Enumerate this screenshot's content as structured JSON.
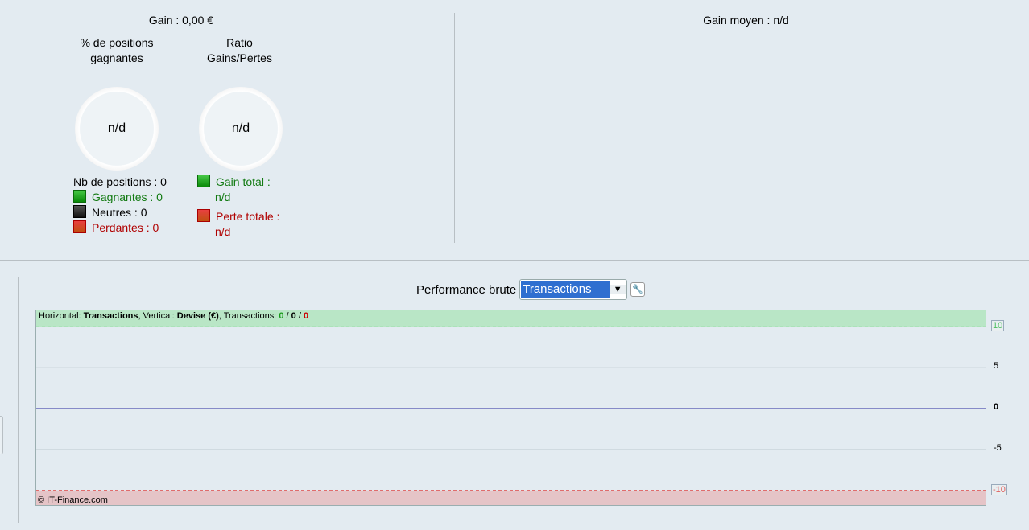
{
  "summary": {
    "gain_title": "Gain : 0,00 €",
    "gain_moyen": "Gain moyen : n/d",
    "gauge1": {
      "title": "% de positions gagnantes",
      "value": "n/d"
    },
    "gauge2": {
      "title": "Ratio Gains/Pertes",
      "value": "n/d"
    },
    "nb_positions": "Nb de positions : 0",
    "gagnantes": "Gagnantes : 0",
    "neutres": "Neutres : 0",
    "perdantes": "Perdantes : 0",
    "gain_total_label": "Gain total :",
    "gain_total_value": "n/d",
    "perte_totale_label": "Perte totale :",
    "perte_totale_value": "n/d"
  },
  "performance": {
    "label": "Performance brute",
    "select_value": "Transactions",
    "settings_icon": "wrench-icon"
  },
  "chart_data": {
    "type": "line",
    "info": {
      "h_label": "Horizontal: ",
      "h_value": "Transactions",
      "v_label": ", Vertical: ",
      "v_value": "Devise (€)",
      "t_label": ", Transactions: ",
      "win": "0",
      "neutral": "0",
      "loss": "0",
      "sep": " / "
    },
    "yticks": [
      "10",
      "5",
      "0",
      "-5",
      "-10"
    ],
    "ytick_values": [
      10,
      5,
      0,
      -5,
      -10
    ],
    "ylim": [
      -12,
      12
    ],
    "upper_threshold": 10,
    "lower_threshold": -10,
    "series": [],
    "copyright": "© IT-Finance.com",
    "colors": {
      "gain_zone": "#b9e6c6",
      "loss_zone": "#e5c4c7",
      "zero_line": "#2a2aa0"
    }
  }
}
